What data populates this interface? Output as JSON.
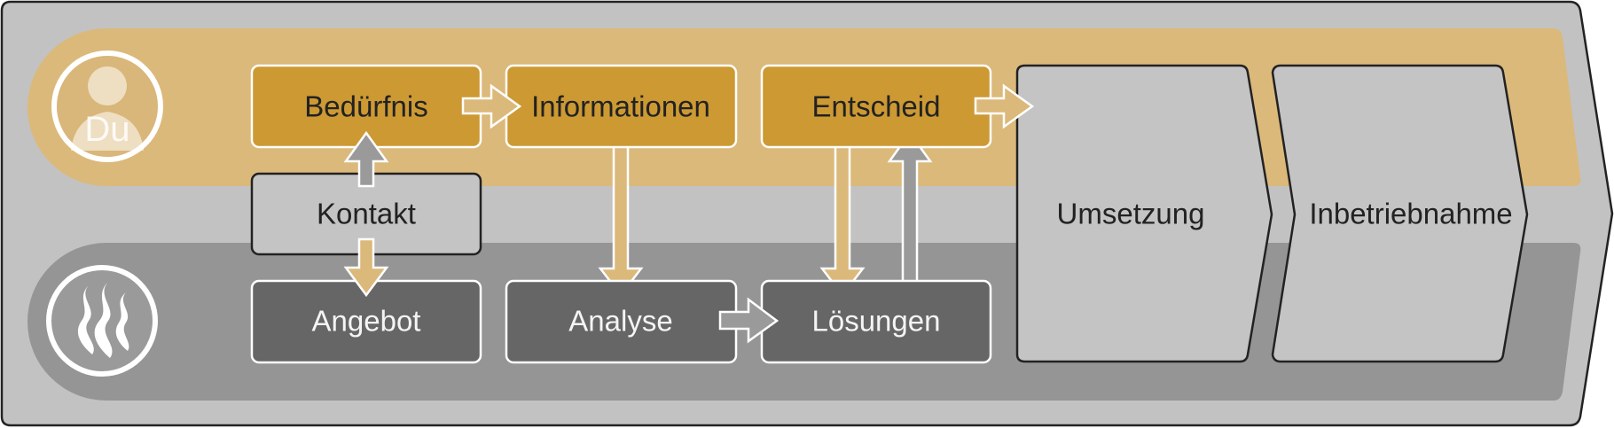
{
  "colors": {
    "frame": "#c2c2c2",
    "band_top": "#dbb97a",
    "band_bottom": "#959595",
    "box_gold": "#cc9933",
    "box_light": "#c4c4c4",
    "box_dark": "#666666",
    "arrow_gold": "#dbb97a",
    "arrow_gray": "#9a9a9a",
    "icon_du_bg": "#d9b679",
    "icon_flame_bg": "#9a9a9a"
  },
  "lanes": {
    "top": {
      "icon": "person-icon",
      "icon_text": "Du"
    },
    "bottom": {
      "icon": "heat-waves-icon"
    }
  },
  "steps": {
    "beduerfnis": "Bedürfnis",
    "informationen": "Informationen",
    "entscheid": "Entscheid",
    "kontakt": "Kontakt",
    "angebot": "Angebot",
    "analyse": "Analyse",
    "loesungen": "Lösungen"
  },
  "phases": {
    "umsetzung": "Umsetzung",
    "inbetriebnahme": "Inbetriebnahme"
  }
}
